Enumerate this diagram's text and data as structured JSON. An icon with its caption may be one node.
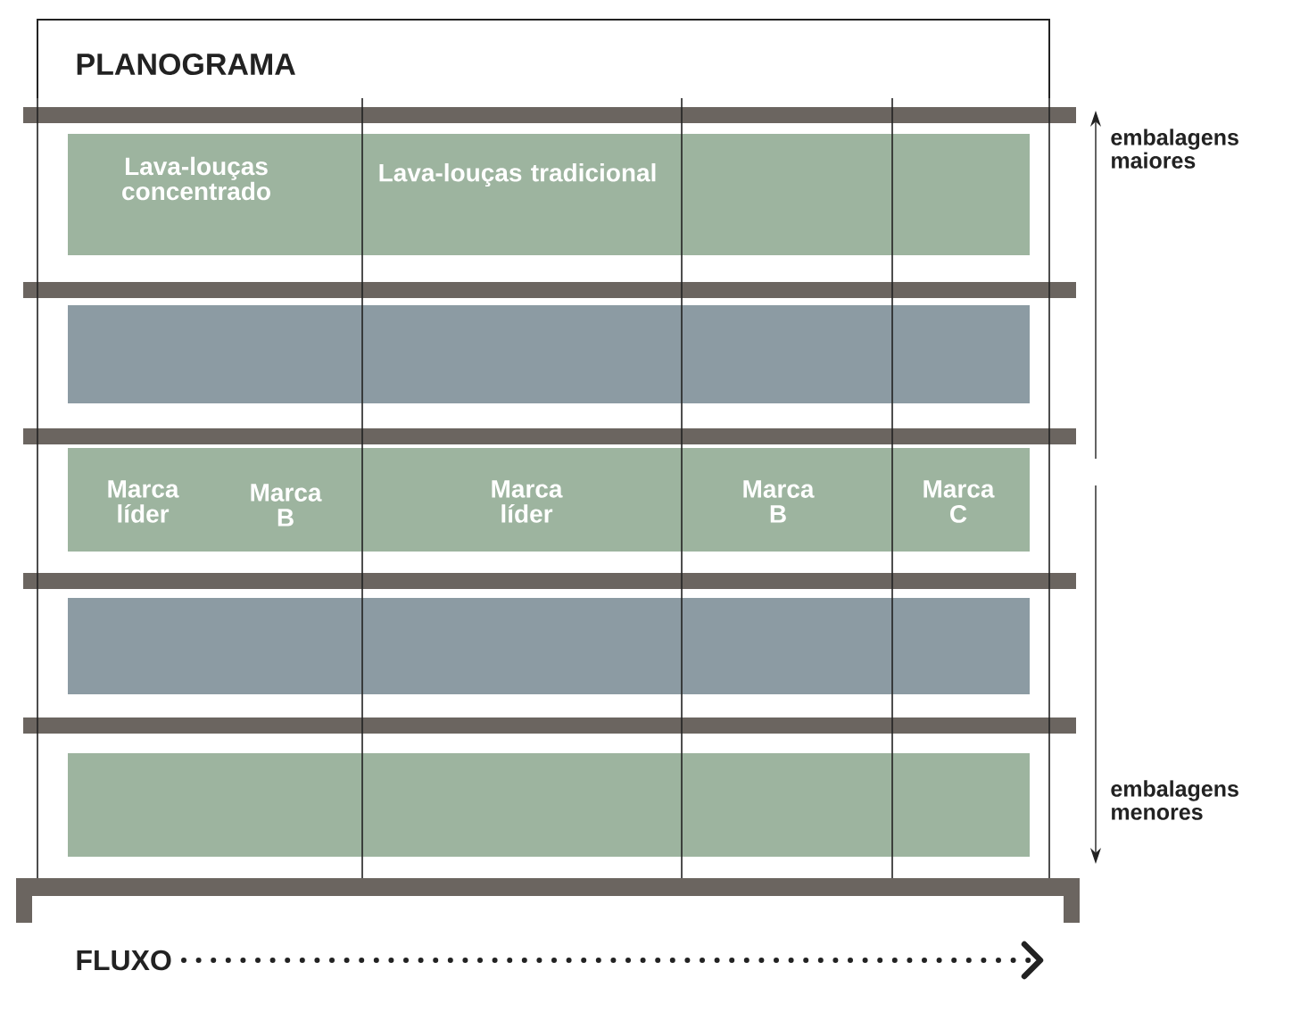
{
  "diagram": {
    "title": "PLANOGRAMA",
    "nodes": [
      {
        "text": [
          "Lava-louças concentrado",
          "Lava-louças tradicional"
        ]
      },
      {
        "text": [],
        "shape": "bar"
      },
      {
        "text": [
          "Marca líder",
          "Marca B",
          "Marca líder",
          "Marca B",
          "Marca C"
        ]
      },
      {
        "text": [],
        "shape": "bar"
      },
      {
        "text": [],
        "shape": "bar"
      }
    ],
    "edges": [],
    "labels": [
      "embalagens maiores",
      "embalagens menores",
      "FLUXO"
    ]
  }
}
